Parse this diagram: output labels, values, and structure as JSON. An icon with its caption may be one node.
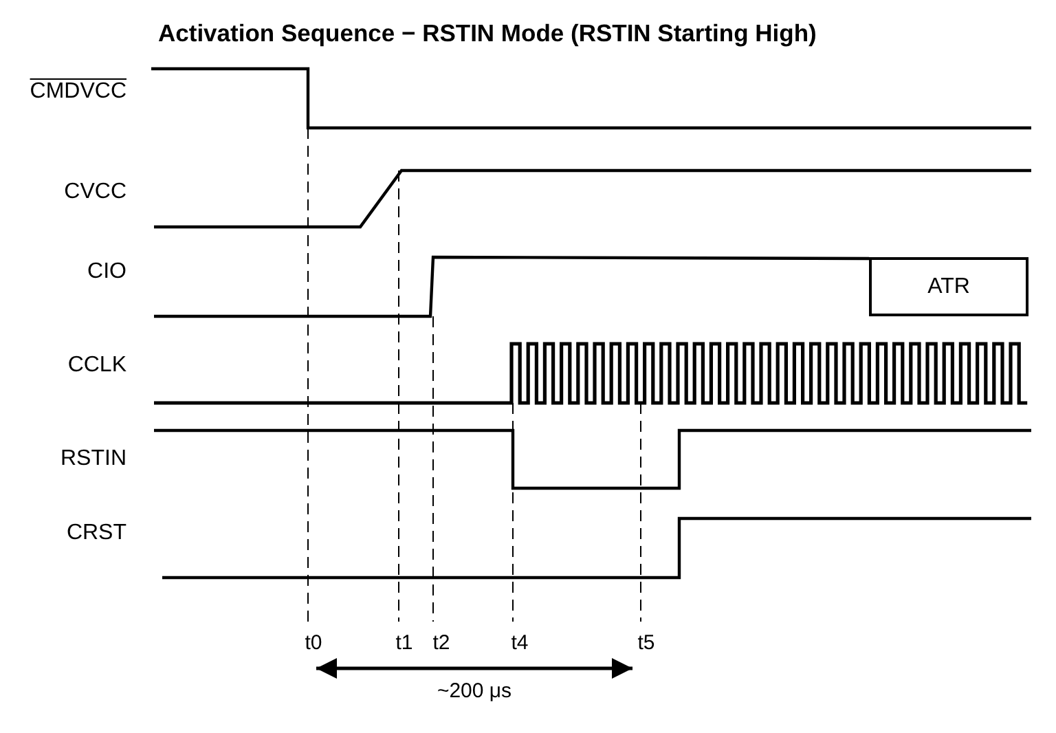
{
  "diagram": {
    "title": "Activation Sequence − RSTIN Mode (RSTIN Starting High)",
    "nodes": [
      {
        "text": [
          "ATR"
        ]
      }
    ],
    "labels": [
      "CMDVCC",
      "CVCC",
      "CIO",
      "CCLK",
      "RSTIN",
      "CRST",
      "t0",
      "t1",
      "t2",
      "t4",
      "t5",
      "~200 μs"
    ]
  }
}
